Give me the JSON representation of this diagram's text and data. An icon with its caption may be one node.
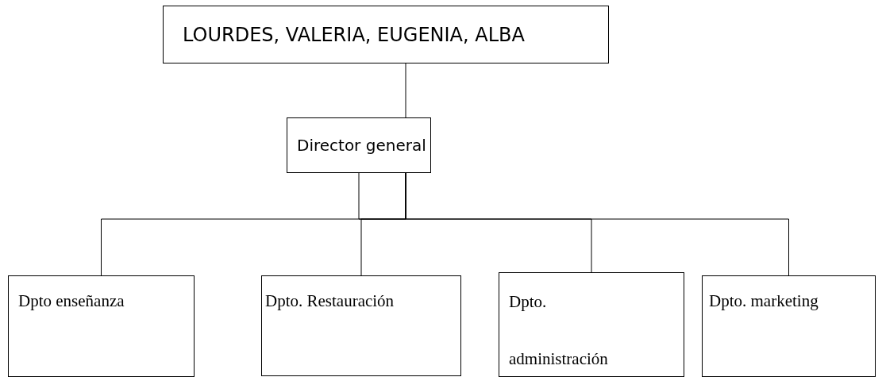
{
  "diagram": {
    "nodes": [
      {
        "text": [
          "LOURDES, VALERIA, EUGENIA, ALBA"
        ]
      },
      {
        "text": [
          "Director general"
        ]
      },
      {
        "text": [
          "Dpto enseñanza"
        ]
      },
      {
        "text": [
          "Dpto. Restauración"
        ]
      },
      {
        "text": [
          "Dpto. administración"
        ]
      },
      {
        "text": [
          "Dpto. marketing"
        ]
      }
    ],
    "edges": [
      {
        "from": 0,
        "to": 1,
        "arrow": "none"
      },
      {
        "from": 1,
        "to": 2,
        "arrow": "none"
      },
      {
        "from": 1,
        "to": 3,
        "arrow": "none"
      },
      {
        "from": 1,
        "to": 4,
        "arrow": "none"
      },
      {
        "from": 1,
        "to": 5,
        "arrow": "none"
      }
    ]
  }
}
